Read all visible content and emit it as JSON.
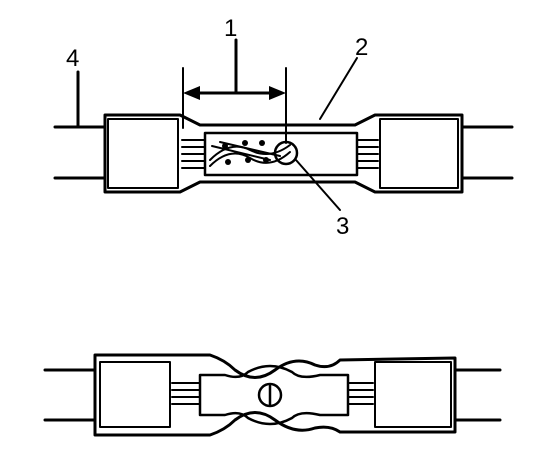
{
  "diagram": {
    "callouts": {
      "label_1": "1",
      "label_2": "2",
      "label_3": "3",
      "label_4": "4"
    }
  }
}
